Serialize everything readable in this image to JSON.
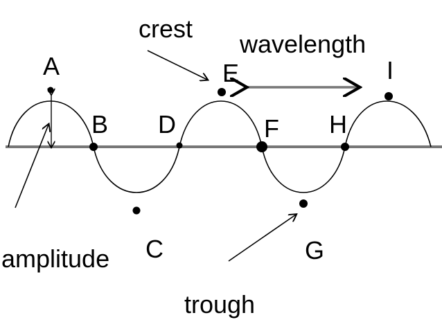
{
  "colors": {
    "ink": "#000000",
    "axis": "#777777",
    "background": "#ffffff"
  },
  "points": {
    "A": "A",
    "B": "B",
    "C": "C",
    "D": "D",
    "E": "E",
    "F": "F",
    "G": "G",
    "H": "H",
    "I": "I"
  },
  "terms": {
    "crest": "crest",
    "wavelength": "wavelength",
    "amplitude": "amplitude",
    "trough": "trough"
  }
}
